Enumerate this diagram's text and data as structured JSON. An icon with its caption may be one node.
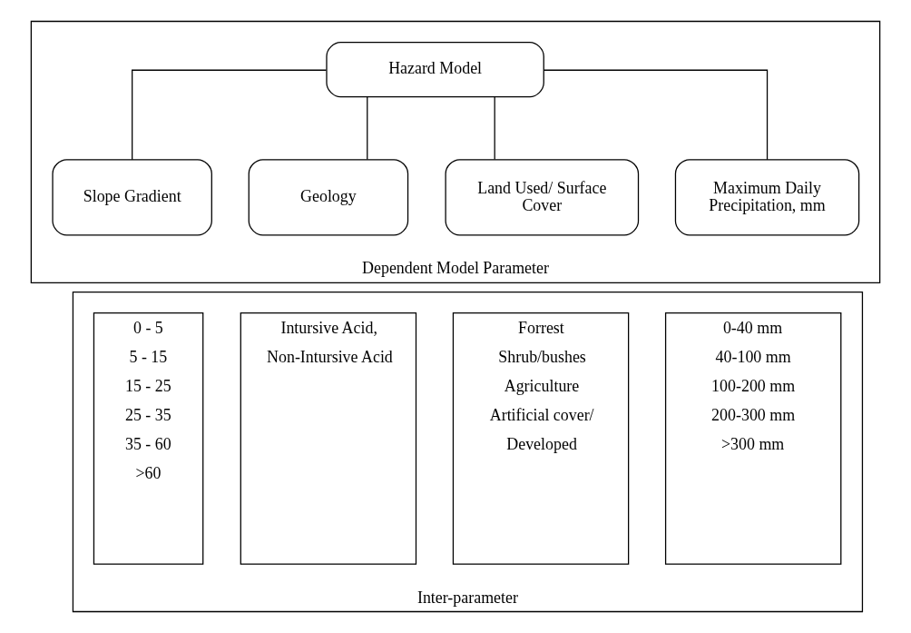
{
  "diagram": {
    "nodes": [
      {
        "text": [
          "Dependent Model Parameter"
        ]
      },
      {
        "text": [
          "Hazard Model"
        ],
        "in": 0
      },
      {
        "text": [
          "Slope Gradient"
        ],
        "in": 0
      },
      {
        "text": [
          "Geology"
        ],
        "in": 0
      },
      {
        "text": [
          "Land Used/ Surface Cover"
        ],
        "in": 0
      },
      {
        "text": [
          "Maximum Daily Precipitation, mm"
        ],
        "in": 0
      },
      {
        "text": [
          "Inter-parameter"
        ]
      },
      {
        "text": [
          "0 - 5",
          "5 - 15",
          "15 - 25",
          "25 - 35",
          "35 - 60",
          ">60"
        ],
        "in": 6
      },
      {
        "text": [
          "Intursive Acid,",
          "Non-Intursive Acid"
        ],
        "in": 6
      },
      {
        "text": [
          "Forrest",
          "Shrub/bushes",
          "Agriculture",
          "Artificial cover/ Developed"
        ],
        "in": 6
      },
      {
        "text": [
          "0-40 mm",
          "40-100 mm",
          "100-200 mm",
          "200-300 mm",
          ">300 mm"
        ],
        "in": 6
      }
    ],
    "edges": [
      {
        "from": 1,
        "to": 2,
        "arrow": "none"
      },
      {
        "from": 1,
        "to": 3,
        "arrow": "none"
      },
      {
        "from": 1,
        "to": 4,
        "arrow": "none"
      },
      {
        "from": 1,
        "to": 5,
        "arrow": "none"
      }
    ]
  }
}
